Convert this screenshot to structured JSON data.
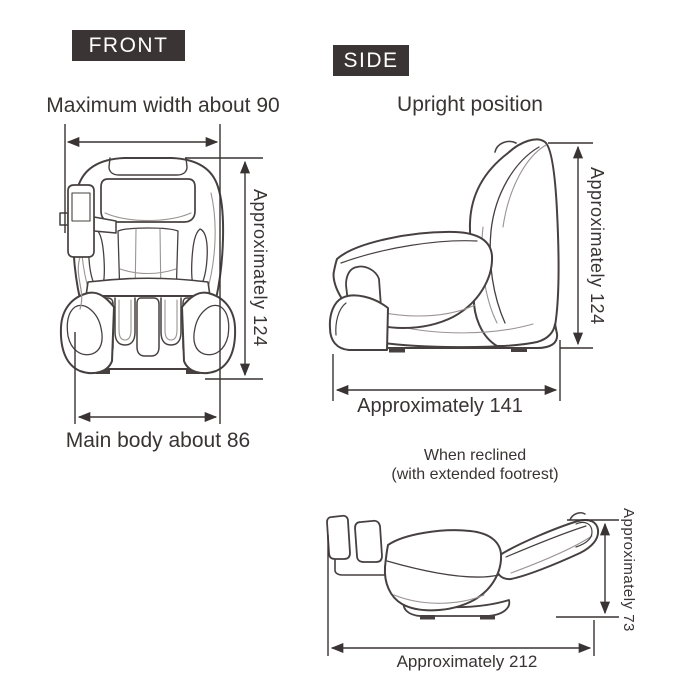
{
  "front": {
    "tag": "FRONT",
    "max_width_label": "Maximum width about 90",
    "height_label": "Approximately 124",
    "body_width_label": "Main body about 86"
  },
  "side": {
    "tag": "SIDE",
    "upright": {
      "title": "Upright position",
      "height_label": "Approximately 124",
      "depth_label": "Approximately 141"
    },
    "reclined": {
      "title_line1": "When reclined",
      "title_line2": "(with extended footrest)",
      "height_label": "Approximately 73",
      "depth_label": "Approximately 212"
    }
  },
  "colors": {
    "label_bg": "#3b3434",
    "label_text": "#ffffff",
    "text": "#3a3333",
    "line_art": "#474040",
    "dimension_line": "#3a3333"
  }
}
